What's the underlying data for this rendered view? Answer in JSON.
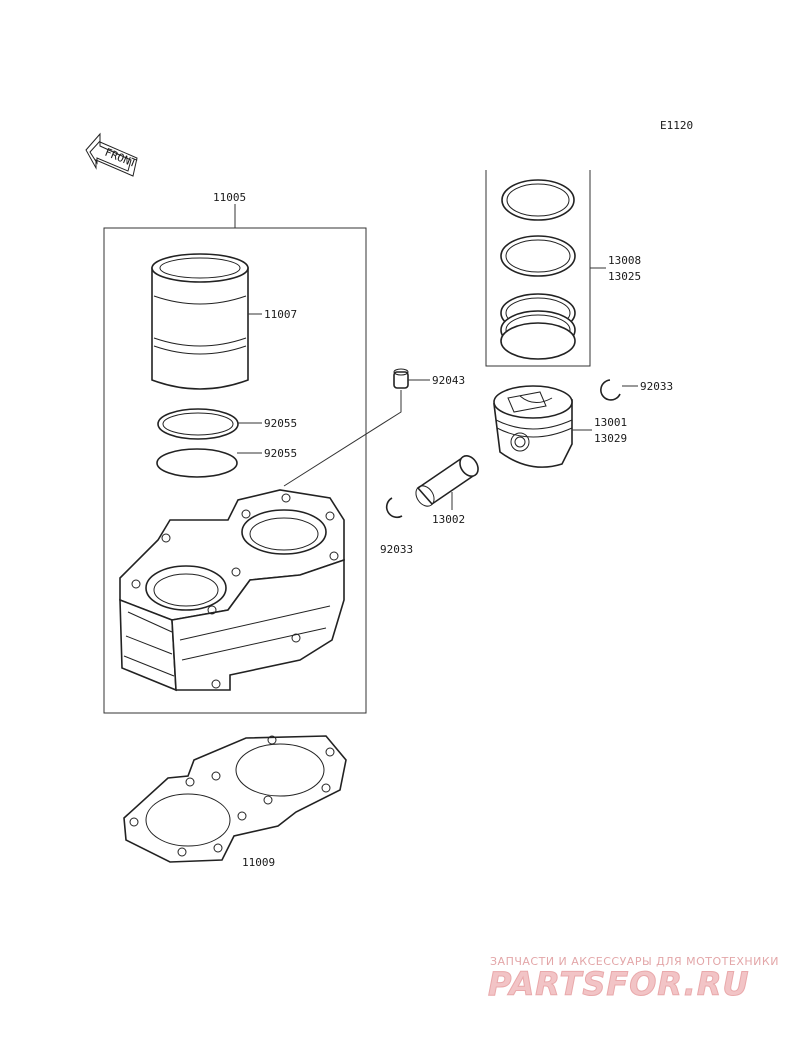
{
  "diagram": {
    "code": "E1120",
    "front_label": "FRONT",
    "parts": {
      "cylinder_assy": "11005",
      "liner": "11007",
      "oring_a": "92055",
      "oring_b": "92055",
      "dowel": "92043",
      "rings_a": "13008",
      "rings_b": "13025",
      "clip_right": "92033",
      "piston_a": "13001",
      "piston_b": "13029",
      "pin": "13002",
      "clip_left": "92033",
      "base_gasket": "11009"
    }
  },
  "watermark": {
    "tagline": "ЗАПЧАСТИ И АКСЕССУАРЫ ДЛЯ МОТОТЕХНИКИ",
    "brand": "PARTSFOR.RU"
  }
}
